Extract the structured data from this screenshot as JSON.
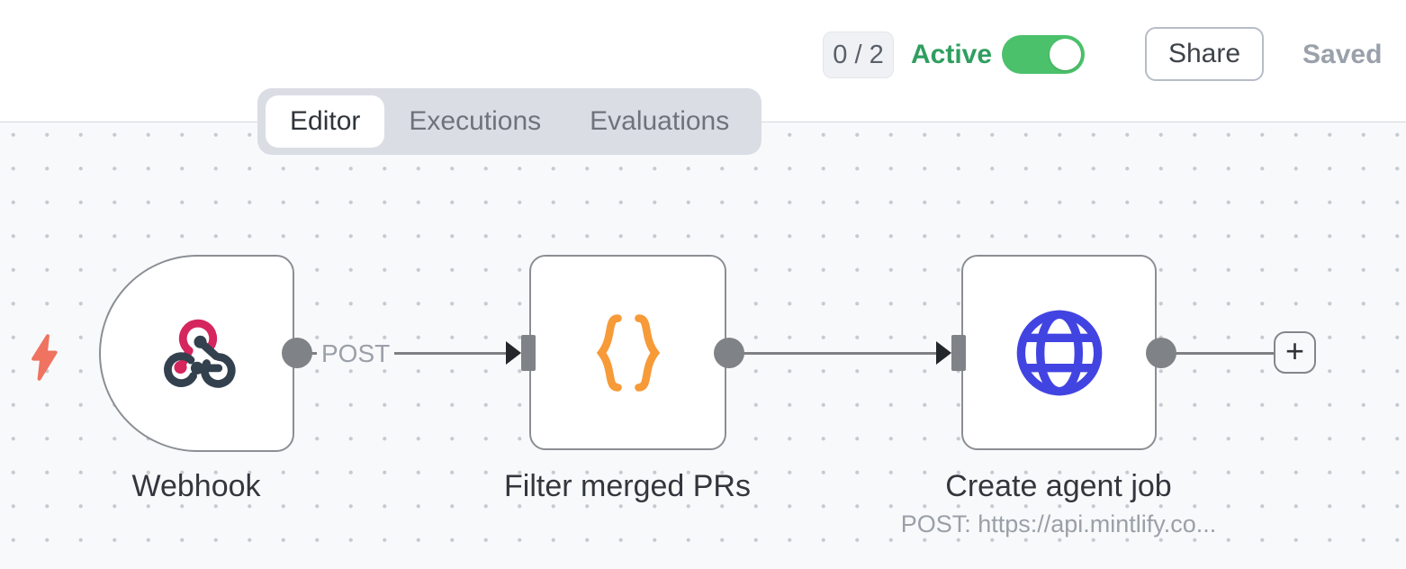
{
  "header": {
    "execution_counter": "0 / 2",
    "active_label": "Active",
    "active_state": "on",
    "share_label": "Share",
    "saved_label": "Saved"
  },
  "tabs": [
    {
      "label": "Editor",
      "active": true
    },
    {
      "label": "Executions",
      "active": false
    },
    {
      "label": "Evaluations",
      "active": false
    }
  ],
  "canvas": {
    "trigger_indicator_icon": "lightning-bolt",
    "nodes": [
      {
        "name": "Webhook",
        "icon": "webhook",
        "output_label": "POST"
      },
      {
        "name": "Filter merged PRs",
        "icon": "curly-braces-code"
      },
      {
        "name": "Create agent job",
        "icon": "globe-http",
        "subtitle": "POST: https://api.mintlify.co..."
      }
    ],
    "add_node_label": "+"
  },
  "colors": {
    "active_green": "#2f9e5f",
    "toggle_green": "#4bc16b",
    "canvas_bg": "#f8f9fb",
    "node_border": "#8b8e93",
    "connector_gray": "#7f8286",
    "webhook_pink": "#d5265e",
    "webhook_dark": "#33414e",
    "code_orange": "#f79a38",
    "globe_blue": "#4244e2",
    "bolt_coral": "#ef7360",
    "tab_bar_bg": "#dbdde4"
  }
}
